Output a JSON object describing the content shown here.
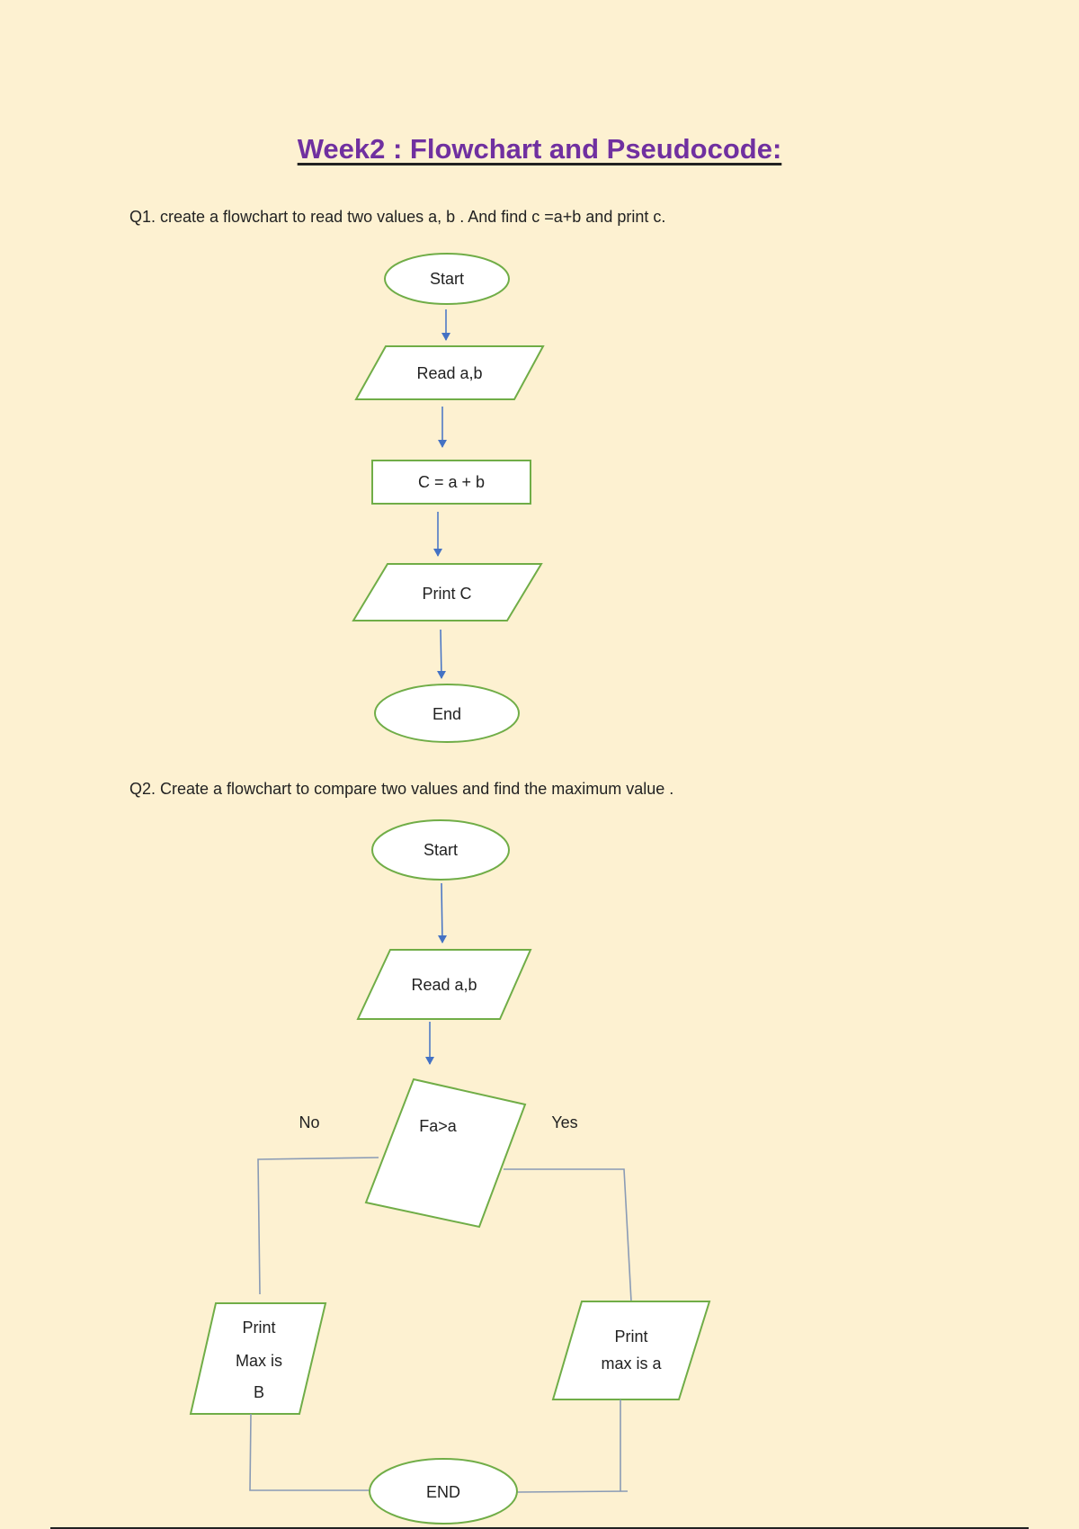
{
  "document": {
    "title": "Week2 : Flowchart and Pseudocode:",
    "q1": {
      "text": "Q1. create a flowchart to read two values a, b . And find c =a+b and print c.",
      "flowchart": {
        "start": "Start",
        "read": "Read a,b",
        "process": "C = a + b",
        "print": "Print C",
        "end": "End"
      }
    },
    "q2": {
      "text": "Q2. Create a flowchart to compare two values and find the maximum value .",
      "flowchart": {
        "start": "Start",
        "read": "Read a,b",
        "decision": "Fa>a",
        "no_label": "No",
        "yes_label": "Yes",
        "print_no": [
          "Print",
          "Max is",
          "B"
        ],
        "print_yes": [
          "Print",
          "max is a"
        ],
        "end": "END"
      }
    }
  },
  "colors": {
    "background": "#fdf1d1",
    "title": "#7030a0",
    "shape_stroke": "#70ad47",
    "arrow": "#4472c4"
  }
}
